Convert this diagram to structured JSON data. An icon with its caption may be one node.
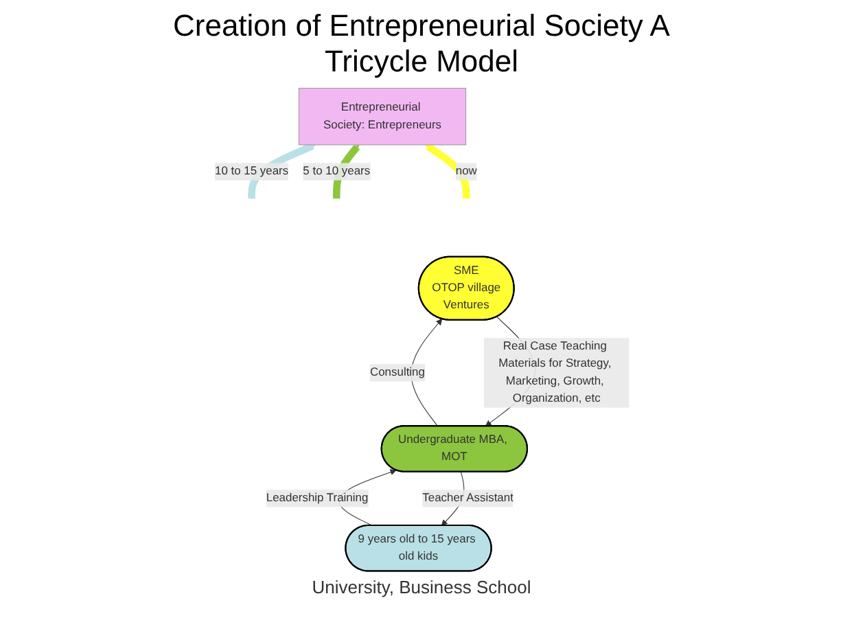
{
  "diagram": {
    "title": "Creation of Entrepreneurial Society A Tricycle Model",
    "nodes": [
      {
        "text": [
          "Entrepreneurial Society: Entrepreneurs"
        ]
      },
      {
        "text": [
          "9 years old to 15 years old kids"
        ]
      },
      {
        "text": [
          "SME",
          "OTOP village",
          "Ventures"
        ]
      },
      {
        "text": [
          "Undergraduate MBA, MOT"
        ]
      }
    ],
    "edges": [
      {
        "from": null,
        "to": 0,
        "arrow": "to",
        "label": "10 to 15 years",
        "style": "thick",
        "color": "#b9e0e6"
      },
      {
        "from": null,
        "to": 0,
        "arrow": "to",
        "label": "5 to 10 years",
        "style": "thick",
        "color": "#8cc63f"
      },
      {
        "from": null,
        "to": 0,
        "arrow": "to",
        "label": "now",
        "style": "thick",
        "color": "#ffff33"
      },
      {
        "from": 1,
        "to": 3,
        "arrow": "to",
        "label": "Leadership Training"
      },
      {
        "from": 3,
        "to": 1,
        "arrow": "to",
        "label": "Teacher Assistant"
      },
      {
        "from": 3,
        "to": 2,
        "arrow": "to",
        "label": "Consulting"
      },
      {
        "from": 2,
        "to": 3,
        "arrow": "to",
        "label": "Real Case Teaching Materials for Strategy, Marketing, Growth, Organization, etc"
      }
    ],
    "labels": [
      "University, Business School"
    ]
  }
}
